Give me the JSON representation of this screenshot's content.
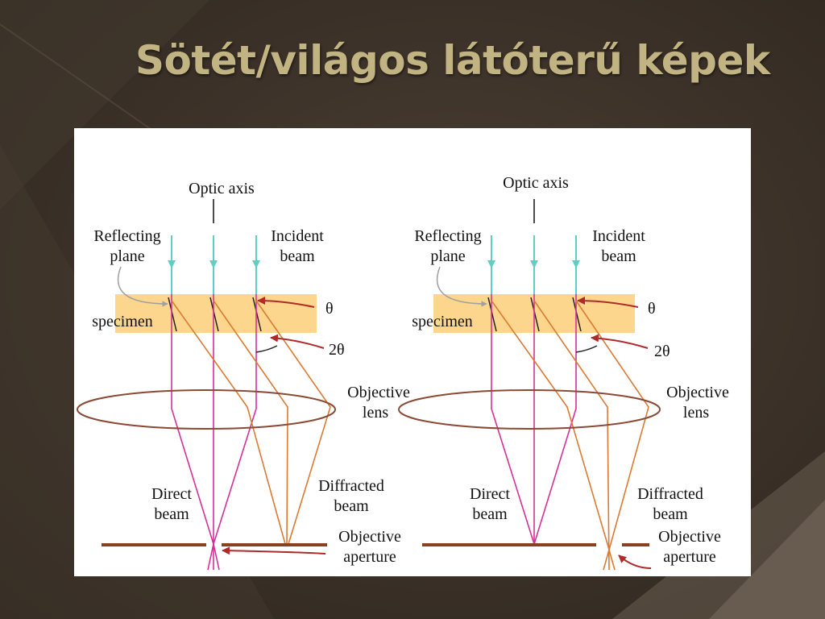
{
  "slide": {
    "title": "Sötét/világos látóterű képek"
  },
  "colors": {
    "background": "#3b3027",
    "title": "#c2b383",
    "specimen_fill": "#fcd68c",
    "incident_beam": "#5ecfc4",
    "direct_beam": "#d6309a",
    "diffracted_beam": "#dc7a34",
    "lens": "#8a4a35",
    "aperture": "#8a3f1e",
    "pointer_arrow": "#b02a2a"
  },
  "diagrams": [
    {
      "mode": "bright-field",
      "labels": {
        "optic_axis": "Optic axis",
        "reflecting_plane": [
          "Reflecting",
          "plane"
        ],
        "incident_beam": [
          "Incident",
          "beam"
        ],
        "specimen": "specimen",
        "theta": "θ",
        "two_theta": "2θ",
        "objective_lens": [
          "Objective",
          "lens"
        ],
        "direct_beam": [
          "Direct",
          "beam"
        ],
        "diffracted_beam": [
          "Diffracted",
          "beam"
        ],
        "objective_aperture": [
          "Objective",
          "aperture"
        ]
      }
    },
    {
      "mode": "dark-field",
      "labels": {
        "optic_axis": "Optic axis",
        "reflecting_plane": [
          "Reflecting",
          "plane"
        ],
        "incident_beam": [
          "Incident",
          "beam"
        ],
        "specimen": "specimen",
        "theta": "θ",
        "two_theta": "2θ",
        "objective_lens": [
          "Objective",
          "lens"
        ],
        "direct_beam": [
          "Direct",
          "beam"
        ],
        "diffracted_beam": [
          "Diffracted",
          "beam"
        ],
        "objective_aperture": [
          "Objective",
          "aperture"
        ]
      }
    }
  ]
}
